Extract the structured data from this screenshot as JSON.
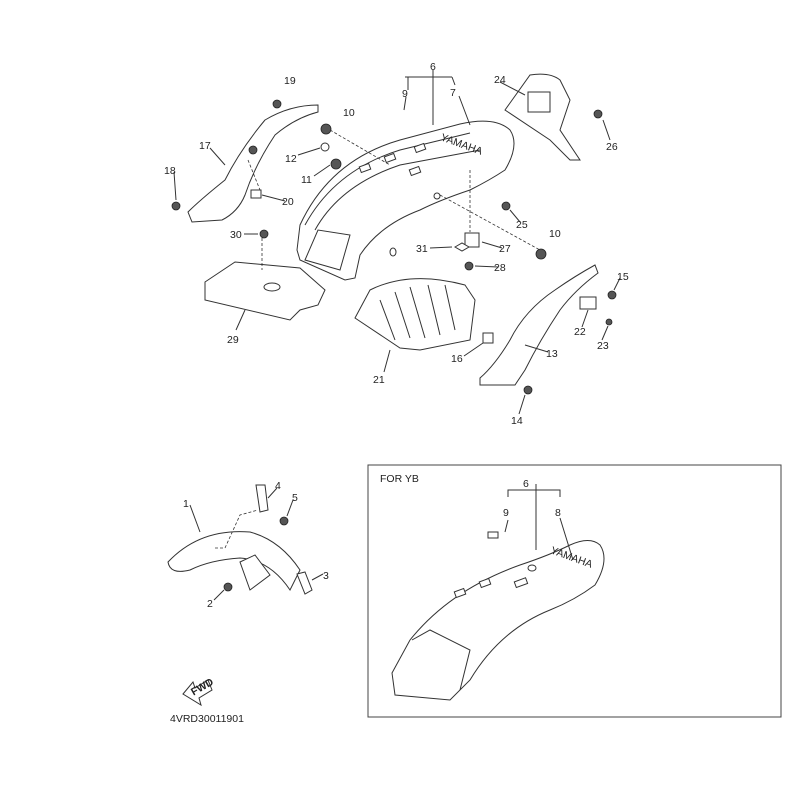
{
  "diagram": {
    "title": "Fender parts diagram",
    "inset_title": "FOR YB",
    "diagram_code": "4VRD30011901",
    "fwd_label": "FWD",
    "callouts_main": [
      "19",
      "10",
      "17",
      "18",
      "12",
      "11",
      "20",
      "6",
      "9",
      "7",
      "24",
      "26",
      "25",
      "10",
      "27",
      "31",
      "28",
      "30",
      "29",
      "21",
      "15",
      "22",
      "23",
      "16",
      "13",
      "14"
    ],
    "callouts_front": [
      "1",
      "4",
      "5",
      "3",
      "2"
    ],
    "callouts_inset": [
      "6",
      "9",
      "8"
    ]
  }
}
